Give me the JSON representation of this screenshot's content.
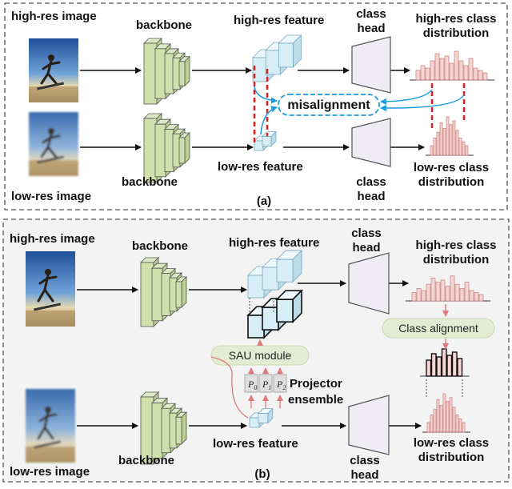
{
  "panel_a": {
    "label": "(a)",
    "high_res_image": "high-res image",
    "low_res_image": "low-res image",
    "backbone_top": "backbone",
    "backbone_bottom": "backbone",
    "high_res_feature": "high-res feature",
    "low_res_feature": "low-res feature",
    "class_head_top": [
      "class",
      "head"
    ],
    "class_head_bottom": [
      "class",
      "head"
    ],
    "high_res_dist": [
      "high-res class",
      "distribution"
    ],
    "low_res_dist": [
      "low-res class",
      "distribution"
    ],
    "misalignment": "misalignment",
    "high_hist": [
      4,
      6,
      5,
      8,
      11,
      9,
      10,
      7,
      12,
      8,
      6,
      9,
      5,
      4,
      3
    ],
    "low_hist": [
      5,
      9,
      12,
      17,
      14,
      20,
      16,
      18,
      13,
      9,
      7,
      5
    ]
  },
  "panel_b": {
    "label": "(b)",
    "high_res_image": "high-res image",
    "low_res_image": "low-res image",
    "backbone_top": "backbone",
    "backbone_bottom": "backbone",
    "high_res_feature": "high-res feature",
    "low_res_feature": "low-res feature",
    "class_head_top": [
      "class",
      "head"
    ],
    "class_head_bottom": [
      "class",
      "head"
    ],
    "high_res_dist": [
      "high-res class",
      "distribution"
    ],
    "low_res_dist": [
      "low-res class",
      "distribution"
    ],
    "sau_module": "SAU module",
    "class_alignment": "Class alignment",
    "projector": [
      "Projector",
      "ensemble"
    ],
    "projectors": [
      "P",
      "P",
      "P"
    ],
    "projector_subs": [
      "0",
      "1",
      "2"
    ],
    "high_hist": [
      4,
      6,
      5,
      8,
      11,
      9,
      10,
      7,
      12,
      8,
      6,
      9,
      5,
      4,
      3
    ],
    "aligned_hist": [
      10,
      14,
      12,
      17,
      13,
      15,
      11
    ],
    "low_hist": [
      5,
      9,
      12,
      17,
      14,
      20,
      16,
      18,
      13,
      9,
      7,
      5
    ]
  }
}
